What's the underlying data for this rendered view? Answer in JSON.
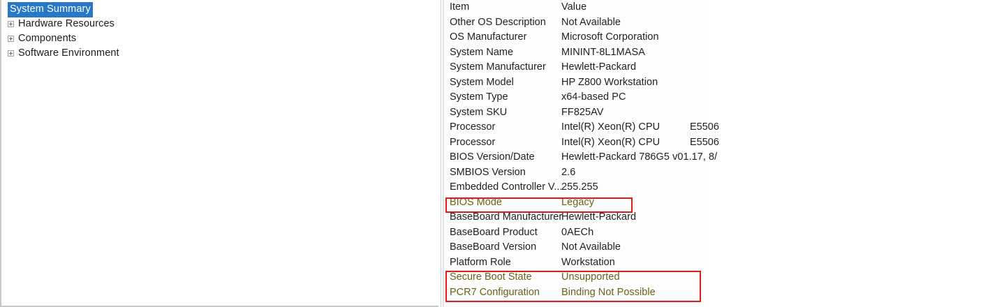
{
  "colors": {
    "selection_blue": "#2878c8",
    "annotation_red": "#e01b18",
    "highlight_text": "#6b6216",
    "text": "#1f1f1f",
    "pane_border": "#c8c8c8"
  },
  "tree": {
    "nodes": [
      {
        "label": "System Summary",
        "selected": true,
        "expander": "none"
      },
      {
        "label": "Hardware Resources",
        "selected": false,
        "expander": "plus-icon"
      },
      {
        "label": "Components",
        "selected": false,
        "expander": "plus-icon"
      },
      {
        "label": "Software Environment",
        "selected": false,
        "expander": "plus-icon"
      }
    ]
  },
  "details": {
    "header": {
      "item": "Item",
      "value": "Value"
    },
    "rows": [
      {
        "item": "Other OS Description",
        "value": "Not Available",
        "value_extra": "",
        "highlight": false
      },
      {
        "item": "OS Manufacturer",
        "value": "Microsoft Corporation",
        "value_extra": "",
        "highlight": false
      },
      {
        "item": "System Name",
        "value": "MININT-8L1MASA",
        "value_extra": "",
        "highlight": false
      },
      {
        "item": "System Manufacturer",
        "value": "Hewlett-Packard",
        "value_extra": "",
        "highlight": false
      },
      {
        "item": "System Model",
        "value": "HP Z800 Workstation",
        "value_extra": "",
        "highlight": false
      },
      {
        "item": "System Type",
        "value": "x64-based PC",
        "value_extra": "",
        "highlight": false
      },
      {
        "item": "System SKU",
        "value": "FF825AV",
        "value_extra": "",
        "highlight": false
      },
      {
        "item": "Processor",
        "value": "Intel(R) Xeon(R) CPU",
        "value_extra": "E5506",
        "highlight": false
      },
      {
        "item": "Processor",
        "value": "Intel(R) Xeon(R) CPU",
        "value_extra": "E5506",
        "highlight": false
      },
      {
        "item": "BIOS Version/Date",
        "value": "Hewlett-Packard 786G5 v01.17, 8/",
        "value_extra": "",
        "highlight": false
      },
      {
        "item": "SMBIOS Version",
        "value": "2.6",
        "value_extra": "",
        "highlight": false
      },
      {
        "item": "Embedded Controller V...",
        "value": "255.255",
        "value_extra": "",
        "highlight": false
      },
      {
        "item": "BIOS Mode",
        "value": "Legacy",
        "value_extra": "",
        "highlight": true
      },
      {
        "item": "BaseBoard Manufacturer",
        "value": "Hewlett-Packard",
        "value_extra": "",
        "highlight": false
      },
      {
        "item": "BaseBoard Product",
        "value": "0AECh",
        "value_extra": "",
        "highlight": false
      },
      {
        "item": "BaseBoard Version",
        "value": "Not Available",
        "value_extra": "",
        "highlight": false
      },
      {
        "item": "Platform Role",
        "value": "Workstation",
        "value_extra": "",
        "highlight": false
      },
      {
        "item": "Secure Boot State",
        "value": "Unsupported",
        "value_extra": "",
        "highlight": true
      },
      {
        "item": "PCR7 Configuration",
        "value": "Binding Not Possible",
        "value_extra": "",
        "highlight": true
      }
    ]
  },
  "annotations": [
    {
      "name": "bios-mode-callout",
      "target": "BIOS Mode"
    },
    {
      "name": "secure-boot-callout",
      "target": "Secure Boot State / PCR7 Configuration"
    }
  ]
}
